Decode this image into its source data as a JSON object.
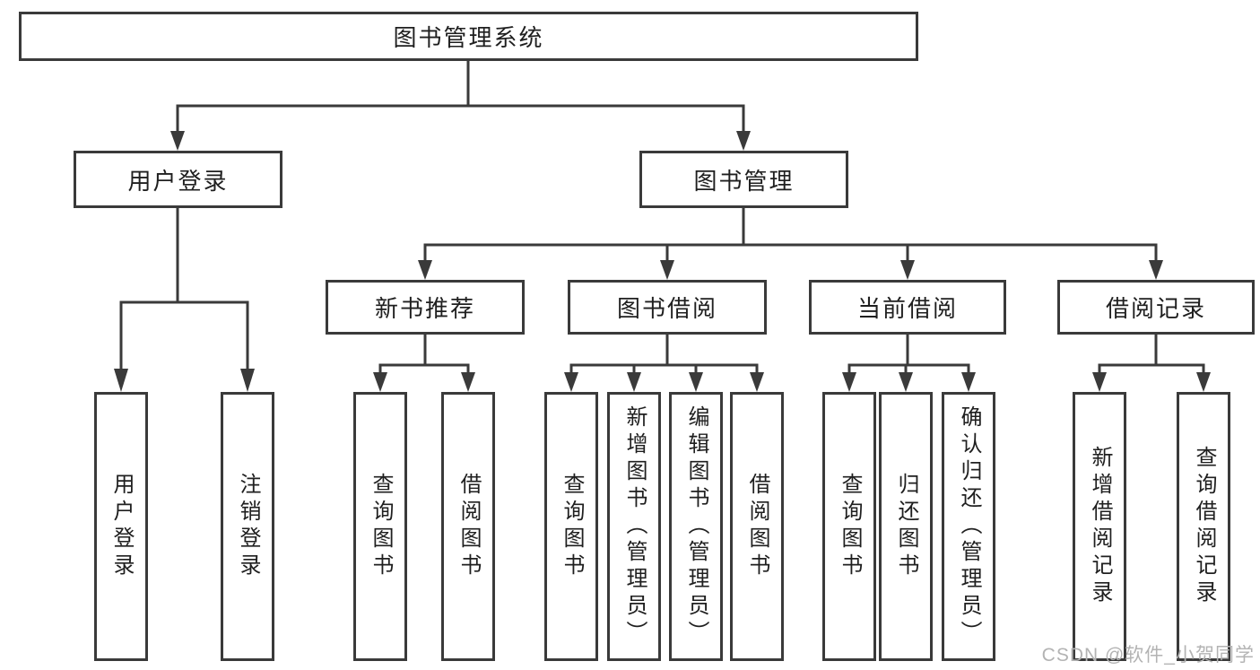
{
  "diagram": {
    "title": "图书管理系统",
    "branches": [
      {
        "label": "用户登录",
        "children": [
          "用户登录",
          "注销登录"
        ]
      },
      {
        "label": "图书管理",
        "children": [
          {
            "label": "新书推荐",
            "children": [
              "查询图书",
              "借阅图书"
            ]
          },
          {
            "label": "图书借阅",
            "children": [
              "查询图书",
              "新增图书（管理员）",
              "编辑图书（管理员）",
              "借阅图书"
            ]
          },
          {
            "label": "当前借阅",
            "children": [
              "查询图书",
              "归还图书",
              "确认归还（管理员）"
            ]
          },
          {
            "label": "借阅记录",
            "children": [
              "新增借阅记录",
              "查询借阅记录"
            ]
          }
        ]
      }
    ]
  },
  "watermark": {
    "text": "CSDN @软件_小贺同学",
    "color": "#b3b3b3"
  },
  "colors": {
    "line": "#3a3a3a",
    "border": "#3a3a3a",
    "text": "#1f1f1f",
    "background": "#ffffff"
  }
}
